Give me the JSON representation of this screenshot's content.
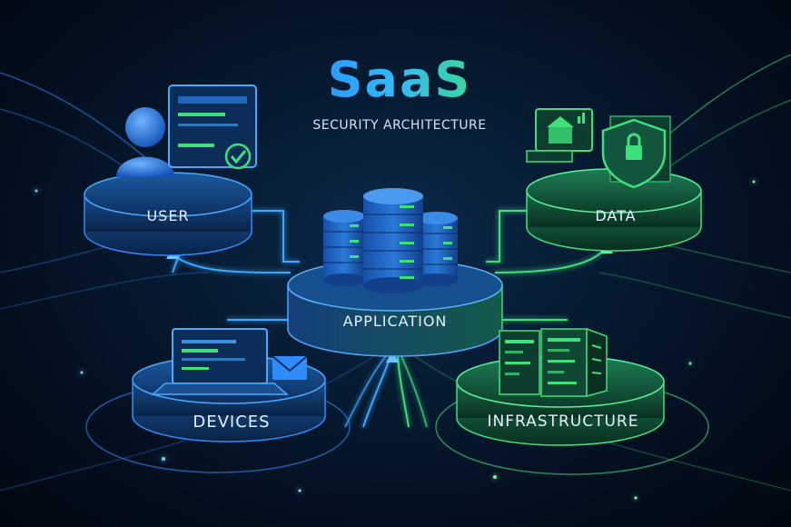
{
  "title": "SaaS",
  "subtitle": "SECURITY ARCHITECTURE",
  "nodes": {
    "user": "USER",
    "data": "DATA",
    "application": "APPLICATION",
    "devices": "DEVICES",
    "infrastructure": "INFRASTRUCTURE"
  },
  "colors": {
    "blue_accent": "#2f8cff",
    "green_accent": "#3ee07a",
    "background": "#041426"
  },
  "icons": [
    "user-icon",
    "monitor-icon",
    "checkmark-icon",
    "server-stack-icon",
    "dashboard-icon",
    "shield-lock-icon",
    "laptop-icon",
    "envelope-icon",
    "server-rack-icon"
  ]
}
